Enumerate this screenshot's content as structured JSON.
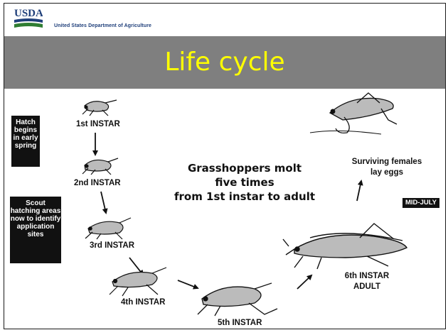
{
  "header": {
    "logo_text": "USDA",
    "department": "United States Department of Agriculture",
    "colors": {
      "logo_blue": "#1f3f7a",
      "logo_green": "#2f7d32"
    }
  },
  "title": {
    "text": "Life cycle",
    "color": "#ffff00",
    "band_color": "#7f7f7f"
  },
  "diagram": {
    "notes": {
      "hatch": "Hatch begins in early spring",
      "scout": "Scout hatching areas now to identify application sites",
      "molt_line1": "Grasshoppers molt",
      "molt_line2": "five times",
      "molt_line3": "from 1st instar to adult",
      "surviving_line1": "Surviving females",
      "surviving_line2": "lay eggs",
      "mid_july": "MID-JULY"
    },
    "stages": [
      {
        "label": "1st INSTAR"
      },
      {
        "label": "2nd INSTAR"
      },
      {
        "label": "3rd INSTAR"
      },
      {
        "label": "4th INSTAR"
      },
      {
        "label": "5th INSTAR"
      },
      {
        "label": "6th INSTAR",
        "label2": "ADULT"
      }
    ]
  }
}
